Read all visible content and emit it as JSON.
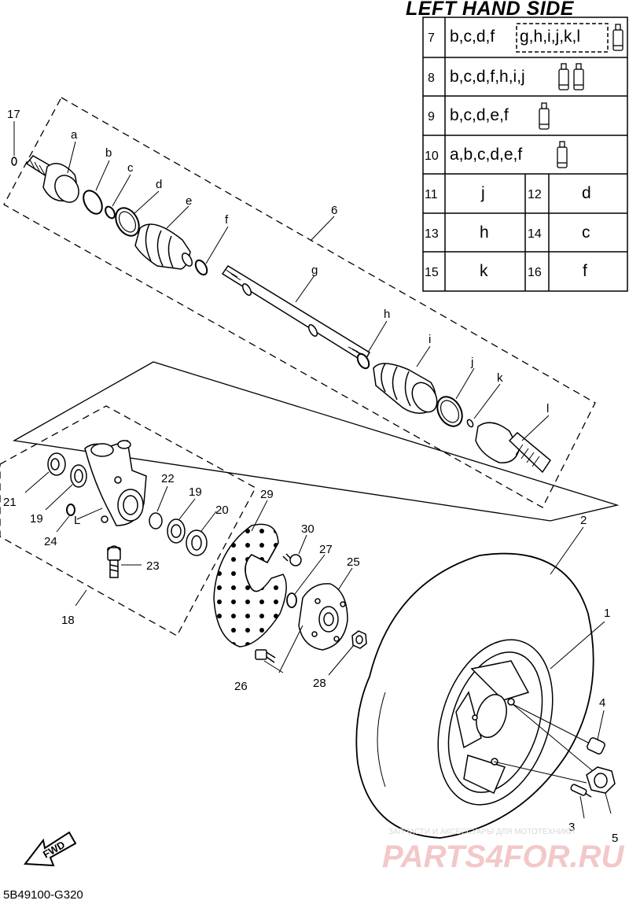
{
  "heading": "LEFT HAND SIDE",
  "table": {
    "rows": [
      {
        "num": "7",
        "text": "b,c,d,f",
        "boxed": "g,h,i,j,k,l",
        "tubes": 1
      },
      {
        "num": "8",
        "text": "b,c,d,f,h,i,j",
        "tubes": 2
      },
      {
        "num": "9",
        "text": "b,c,d,e,f",
        "tubes": 1
      },
      {
        "num": "10",
        "text": "a,b,c,d,e,f",
        "tubes": 1
      }
    ],
    "pairs": [
      {
        "n1": "11",
        "v1": "j",
        "n2": "12",
        "v2": "d"
      },
      {
        "n1": "13",
        "v1": "h",
        "n2": "14",
        "v2": "c"
      },
      {
        "n1": "15",
        "v1": "k",
        "n2": "16",
        "v2": "f"
      }
    ]
  },
  "callouts": {
    "p17": "17",
    "pa": "a",
    "pb": "b",
    "pc": "c",
    "pd": "d",
    "pe": "e",
    "pf": "f",
    "p6": "6",
    "pg": "g",
    "ph": "h",
    "pi": "i",
    "pj": "j",
    "pk": "k",
    "pl": "l",
    "p21": "21",
    "p19a": "19",
    "p24": "24",
    "p22": "22",
    "p19b": "19",
    "p20": "20",
    "p23": "23",
    "p18": "18",
    "p29": "29",
    "p30": "30",
    "p27": "27",
    "p25": "25",
    "p26": "26",
    "p28": "28",
    "p2": "2",
    "p1": "1",
    "p4": "4",
    "p3": "3",
    "p5": "5",
    "pL": "L"
  },
  "fwd_label": "FWD",
  "diagram_code": "5B49100-G320",
  "watermark": {
    "line1": "ЗАПЧАСТИ И АКСЕССУАРЫ ДЛЯ МОТОТЕХНИКИ",
    "line2": "PARTS4FOR.RU"
  },
  "colors": {
    "ink": "#000000",
    "watermark_red": "#f2c8c8",
    "watermark_grey": "#d8d8d8"
  }
}
